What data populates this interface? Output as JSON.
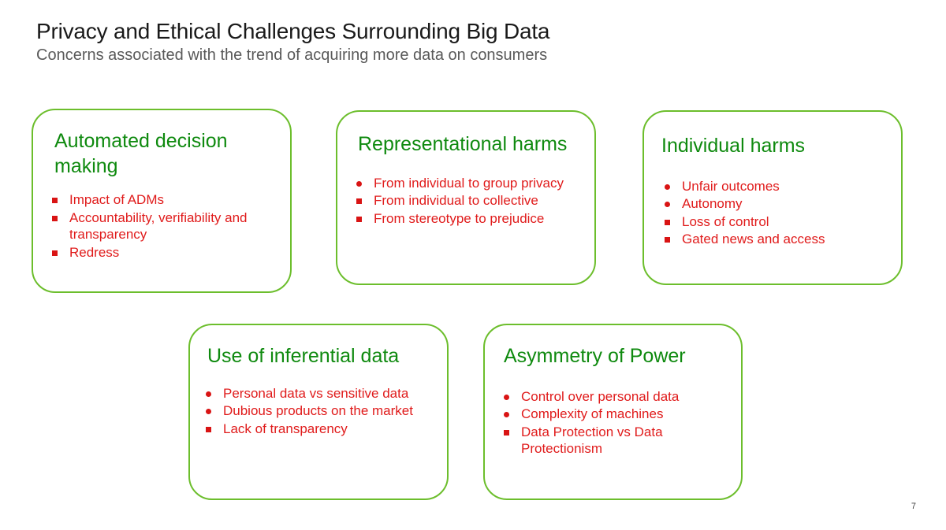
{
  "header": {
    "title": "Privacy and Ethical Challenges Surrounding Big Data",
    "subtitle": "Concerns associated with the trend of acquiring more data on consumers"
  },
  "colors": {
    "card_border": "#6cbe2c",
    "heading_green": "#0f8a0f",
    "bullet_red": "#e01b1b",
    "title_black": "#1a1a1a",
    "subtitle_gray": "#595959",
    "background": "#ffffff"
  },
  "cards": [
    {
      "heading": "Automated decision making",
      "bullets": [
        {
          "marker": "square",
          "text": "Impact of ADMs"
        },
        {
          "marker": "square",
          "text": "Accountability, verifiability and transparency"
        },
        {
          "marker": "square",
          "text": "Redress"
        }
      ]
    },
    {
      "heading": "Representational harms",
      "bullets": [
        {
          "marker": "disc",
          "text": "From individual to group privacy"
        },
        {
          "marker": "square",
          "text": "From individual to collective"
        },
        {
          "marker": "square",
          "text": "From stereotype to prejudice"
        }
      ]
    },
    {
      "heading": "Individual harms",
      "bullets": [
        {
          "marker": "disc",
          "text": "Unfair outcomes"
        },
        {
          "marker": "disc",
          "text": "Autonomy"
        },
        {
          "marker": "square",
          "text": "Loss of control"
        },
        {
          "marker": "square",
          "text": "Gated news and access"
        }
      ]
    },
    {
      "heading": "Use of inferential data",
      "bullets": [
        {
          "marker": "disc",
          "text": "Personal data vs sensitive data"
        },
        {
          "marker": "disc",
          "text": "Dubious products on the market"
        },
        {
          "marker": "square",
          "text": "Lack of transparency"
        }
      ]
    },
    {
      "heading": "Asymmetry of Power",
      "bullets": [
        {
          "marker": "disc",
          "text": "Control over personal data"
        },
        {
          "marker": "disc",
          "text": "Complexity of machines"
        },
        {
          "marker": "square",
          "text": "Data Protection vs Data Protectionism"
        }
      ]
    }
  ],
  "footer": {
    "slide_number": "7"
  }
}
